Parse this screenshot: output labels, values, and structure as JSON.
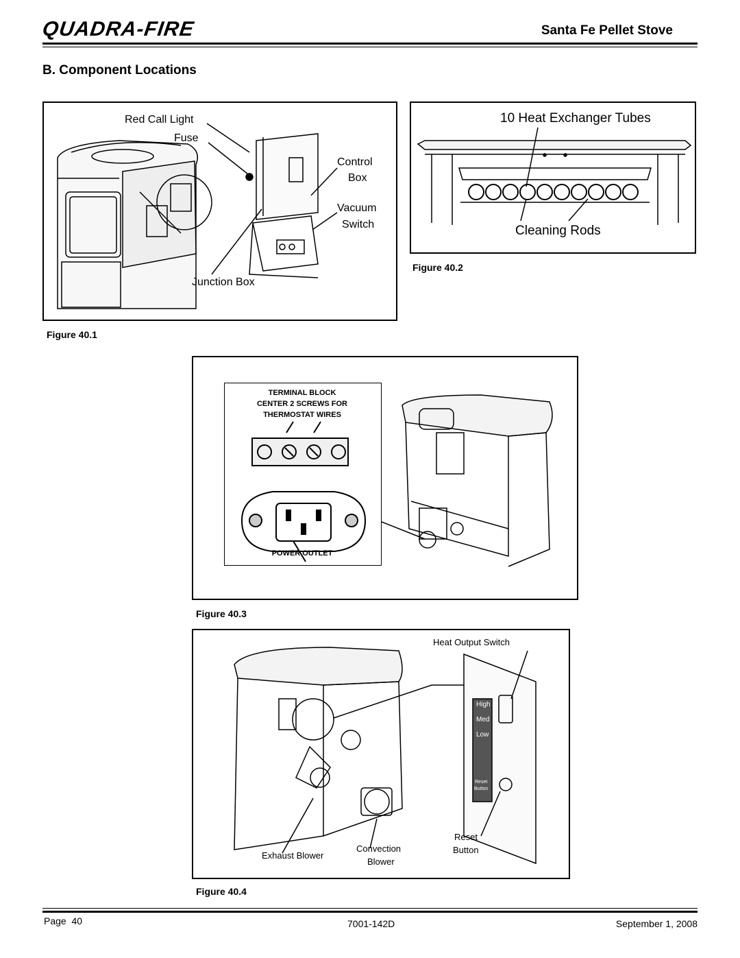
{
  "header": {
    "brand": "QUADRA-FIRE",
    "title": "Santa Fe Pellet Stove"
  },
  "section_title": "B. Component Locations",
  "figure_40_1": {
    "caption": "Figure 40.1",
    "labels": {
      "red_call_light": "Red Call Light",
      "fuse": "Fuse",
      "control": "Control",
      "box": "Box",
      "vacuum": "Vacuum",
      "switch": "Switch",
      "junction_box": "Junction Box"
    }
  },
  "figure_40_2": {
    "caption": "Figure 40.2",
    "labels": {
      "heat_exchanger_tubes": "10 Heat Exchanger Tubes",
      "cleaning_rods": "Cleaning Rods"
    }
  },
  "figure_40_3": {
    "caption": "Figure 40.3",
    "labels": {
      "terminal_block_1": "TERMINAL BLOCK",
      "terminal_block_2": "CENTER 2 SCREWS FOR",
      "terminal_block_3": "THERMOSTAT WIRES",
      "power_outlet": "POWER OUTLET"
    }
  },
  "figure_40_4": {
    "caption": "Figure 40.4",
    "labels": {
      "heat_output_switch": "Heat Output Switch",
      "high": "High",
      "med": "Med",
      "low": "Low",
      "reset_small": "Reset",
      "button_small": "Button",
      "reset": "Reset",
      "button": "Button",
      "exhaust_blower": "Exhaust Blower",
      "convection": "Convection",
      "blower": "Blower"
    }
  },
  "footer": {
    "page_label": "Page",
    "page_number": "40",
    "doc_number": "7001-142D",
    "date": "September 1, 2008"
  }
}
